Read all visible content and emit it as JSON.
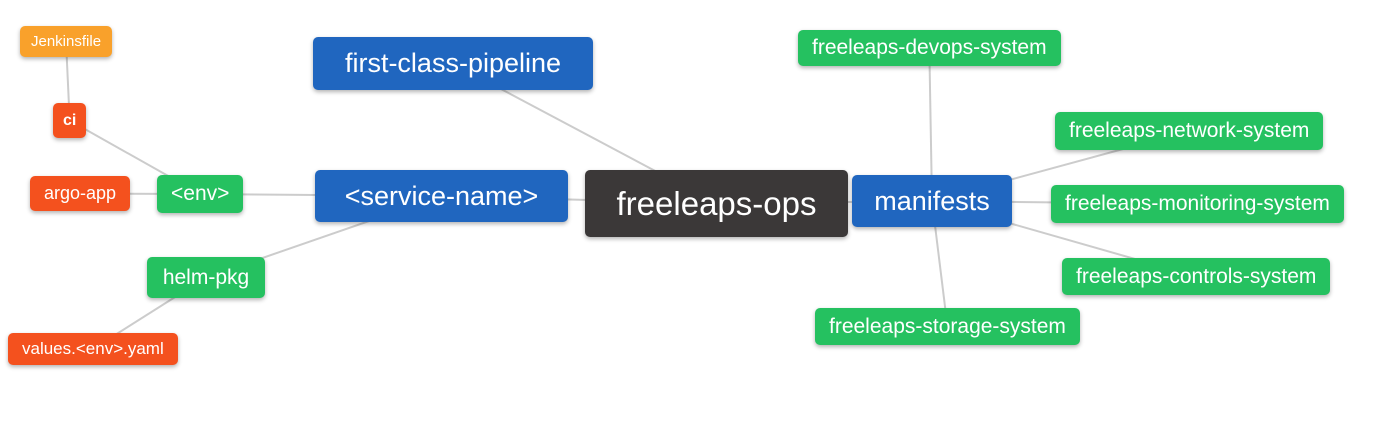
{
  "colors": {
    "blue": "#2066bf",
    "green": "#25c160",
    "orange": "#f9a12b",
    "red": "#f4511e",
    "dark": "#3b3838",
    "node_text": "#ffffff",
    "edge": "#cccccc",
    "background": "#ffffff"
  },
  "nodes": {
    "jenkinsfile": {
      "label": "Jenkinsfile"
    },
    "ci": {
      "label": "ci"
    },
    "argo_app": {
      "label": "argo-app"
    },
    "env": {
      "label": "<env>"
    },
    "helm_pkg": {
      "label": "helm-pkg"
    },
    "values_env_yaml": {
      "label": "values.<env>.yaml"
    },
    "first_class_pipeline": {
      "label": "first-class-pipeline"
    },
    "service_name": {
      "label": "<service-name>"
    },
    "freeleaps_ops": {
      "label": "freeleaps-ops"
    },
    "manifests": {
      "label": "manifests"
    },
    "devops_system": {
      "label": "freeleaps-devops-system"
    },
    "network_system": {
      "label": "freeleaps-network-system"
    },
    "monitoring_system": {
      "label": "freeleaps-monitoring-system"
    },
    "controls_system": {
      "label": "freeleaps-controls-system"
    },
    "storage_system": {
      "label": "freeleaps-storage-system"
    }
  },
  "edges": [
    {
      "from": "node-jenkinsfile",
      "to": "node-ci"
    },
    {
      "from": "node-ci",
      "to": "node-env"
    },
    {
      "from": "node-argo-app",
      "to": "node-env"
    },
    {
      "from": "node-env",
      "to": "node-svc"
    },
    {
      "from": "node-helm-pkg",
      "to": "node-svc"
    },
    {
      "from": "node-values",
      "to": "node-helm-pkg"
    },
    {
      "from": "node-fcp",
      "to": "node-ops"
    },
    {
      "from": "node-svc",
      "to": "node-ops"
    },
    {
      "from": "node-ops",
      "to": "node-manifests"
    },
    {
      "from": "node-manifests",
      "to": "node-devops"
    },
    {
      "from": "node-manifests",
      "to": "node-network"
    },
    {
      "from": "node-manifests",
      "to": "node-monitoring"
    },
    {
      "from": "node-manifests",
      "to": "node-controls"
    },
    {
      "from": "node-manifests",
      "to": "node-storage"
    }
  ]
}
